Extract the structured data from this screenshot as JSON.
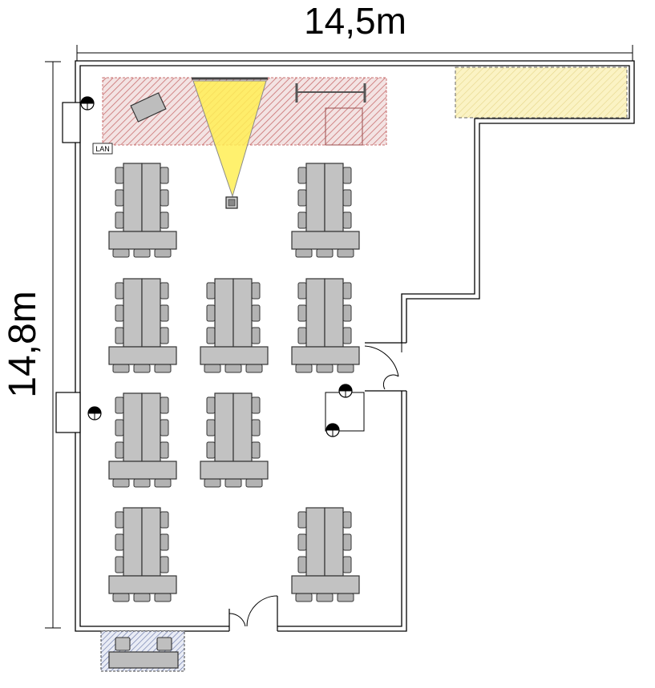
{
  "dimensions": {
    "width_label": "14,5m",
    "height_label": "14,8m"
  },
  "labels": {
    "lan": "LAN"
  },
  "colors": {
    "wall": "#000000",
    "stage_hatch": "#cc6666",
    "storage_fill": "#fff3b0",
    "projector_beam": "#fff266",
    "table": "#bfbfbf",
    "chair": "#b0b0b0"
  },
  "icons": {
    "power_outlet": "outlet-icon",
    "door": "door-icon",
    "projector": "projector-icon"
  }
}
